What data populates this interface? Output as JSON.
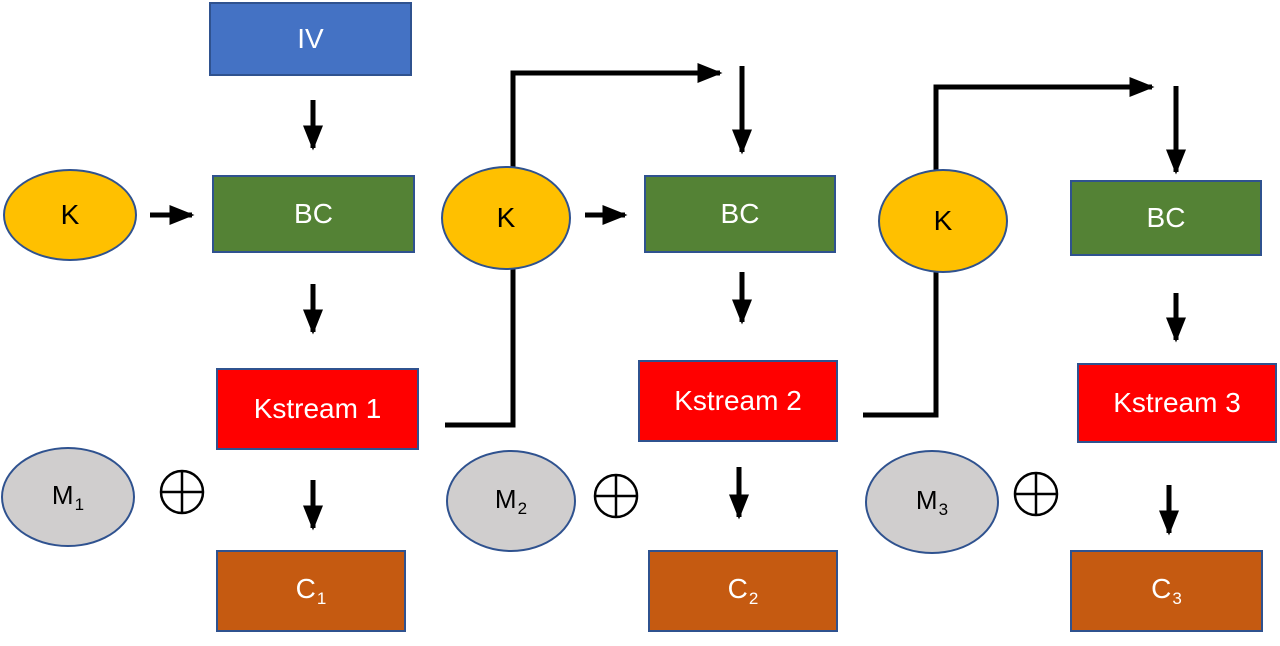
{
  "colors": {
    "iv": "#4472c4",
    "key": "#ffc000",
    "block_cipher": "#548235",
    "keystream": "#ff0000",
    "message": "#d0cece",
    "ciphertext": "#c55a11",
    "outline": "#2f528f"
  },
  "iv": {
    "label": "IV"
  },
  "stages": [
    {
      "key_label": "K",
      "cipher_label": "BC",
      "keystream_label": "Kstream 1",
      "message_label": "M",
      "message_index": "1",
      "ciphertext_label": "C",
      "ciphertext_index": "1"
    },
    {
      "key_label": "K",
      "cipher_label": "BC",
      "keystream_label": "Kstream 2",
      "message_label": "M",
      "message_index": "2",
      "ciphertext_label": "C",
      "ciphertext_index": "2"
    },
    {
      "key_label": "K",
      "cipher_label": "BC",
      "keystream_label": "Kstream 3",
      "message_label": "M",
      "message_index": "3",
      "ciphertext_label": "C",
      "ciphertext_index": "3"
    }
  ],
  "icons": {
    "xor": "xor-icon",
    "arrow": "arrow-icon"
  }
}
